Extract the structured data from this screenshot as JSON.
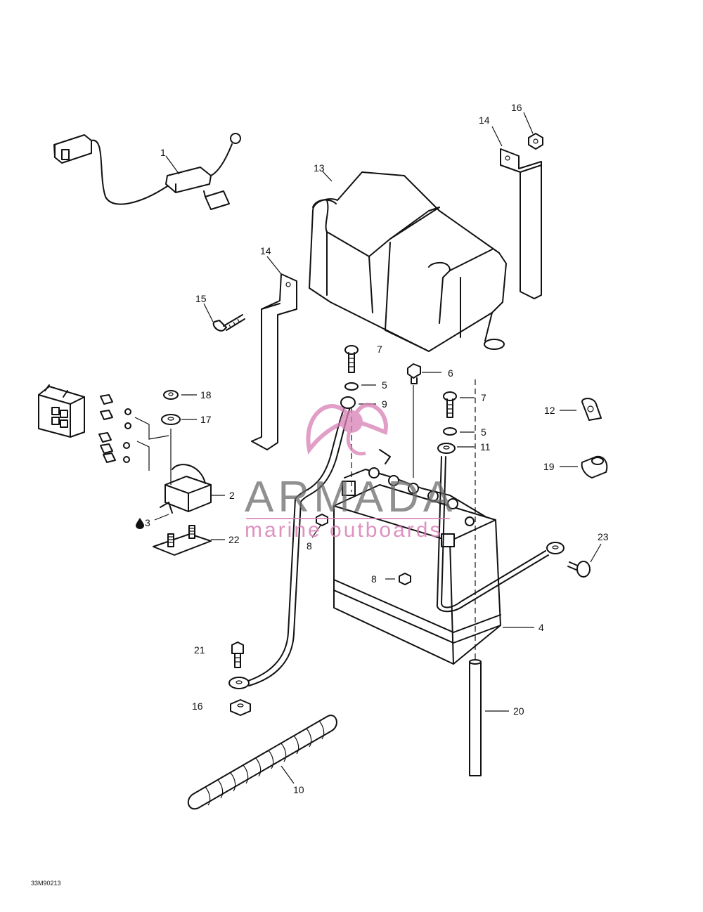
{
  "callouts": [
    {
      "id": "c1",
      "text": "1"
    },
    {
      "id": "c2",
      "text": "2"
    },
    {
      "id": "c3",
      "text": "3"
    },
    {
      "id": "c4",
      "text": "4"
    },
    {
      "id": "c5a",
      "text": "5"
    },
    {
      "id": "c5b",
      "text": "5"
    },
    {
      "id": "c6",
      "text": "6"
    },
    {
      "id": "c7a",
      "text": "7"
    },
    {
      "id": "c7b",
      "text": "7"
    },
    {
      "id": "c8a",
      "text": "8"
    },
    {
      "id": "c8b",
      "text": "8"
    },
    {
      "id": "c9",
      "text": "9"
    },
    {
      "id": "c10",
      "text": "10"
    },
    {
      "id": "c11",
      "text": "11"
    },
    {
      "id": "c12",
      "text": "12"
    },
    {
      "id": "c13",
      "text": "13"
    },
    {
      "id": "c14a",
      "text": "14"
    },
    {
      "id": "c14b",
      "text": "14"
    },
    {
      "id": "c15",
      "text": "15"
    },
    {
      "id": "c16a",
      "text": "16"
    },
    {
      "id": "c16b",
      "text": "16"
    },
    {
      "id": "c17",
      "text": "17"
    },
    {
      "id": "c18",
      "text": "18"
    },
    {
      "id": "c19",
      "text": "19"
    },
    {
      "id": "c20",
      "text": "20"
    },
    {
      "id": "c21",
      "text": "21"
    },
    {
      "id": "c22",
      "text": "22"
    },
    {
      "id": "c23",
      "text": "23"
    }
  ],
  "watermark": {
    "brand": "ARMADA",
    "tagline": "marine outboards",
    "colors": {
      "text": "#6b6b6b",
      "accent": "#d87fb6"
    }
  },
  "drawing_number": "33M90213",
  "icons": {
    "drop": "oil-drop-icon"
  }
}
